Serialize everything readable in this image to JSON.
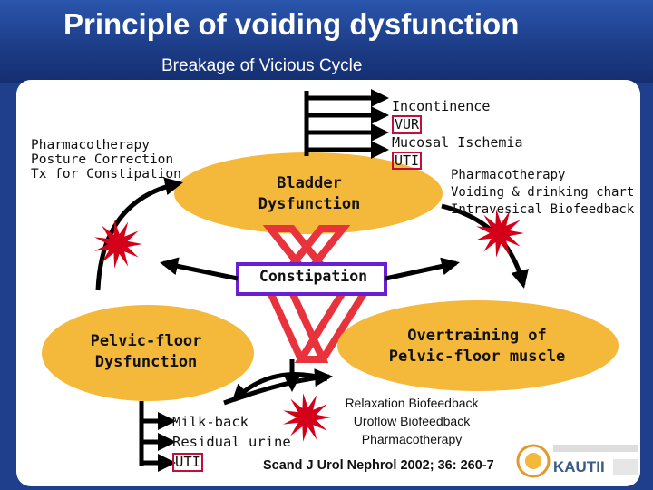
{
  "slide": {
    "title": "Principle of voiding dysfunction",
    "subtitle": "Breakage of Vicious Cycle"
  },
  "left_interventions": [
    "Pharmacotherapy",
    "Posture Correction",
    "Tx for Constipation"
  ],
  "bladder": {
    "line1": "Bladder",
    "line2": "Dysfunction",
    "outputs": [
      "Incontinence",
      "VUR",
      "Mucosal Ischemia",
      "UTI"
    ]
  },
  "right_interventions": [
    "Pharmacotherapy",
    "Voiding & drinking chart",
    "Intravesical Biofeedback"
  ],
  "center": {
    "label": "Constipation"
  },
  "pelvic": {
    "line1": "Pelvic-floor",
    "line2": "Dysfunction",
    "outputs": [
      "Milk-back",
      "Residual urine",
      "UTI"
    ]
  },
  "overtraining": {
    "line1": "Overtraining of",
    "line2": "Pelvic-floor muscle"
  },
  "bottom_interventions": [
    "Relaxation Biofeedback",
    "Uroflow Biofeedback",
    "Pharmacotherapy"
  ],
  "citation": "Scand J Urol Nephrol 2002; 36: 260-7",
  "logo": {
    "text": "KAUTII"
  },
  "colors": {
    "header_blue": "#1f3f8c",
    "ellipse_fill": "#f4b83a",
    "burst_red": "#d4001a",
    "cross_red": "#e8323c",
    "box_purple": "#6a1fd0",
    "outline_red": "#c0103a"
  }
}
